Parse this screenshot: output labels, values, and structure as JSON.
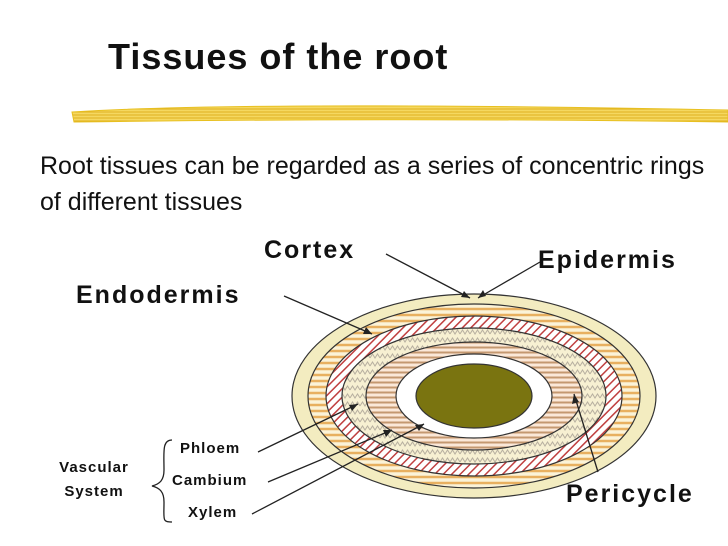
{
  "slide": {
    "title": "Tissues of the root",
    "subtitle": "Root tissues can be regarded as a series of concentric rings of different tissues"
  },
  "labels": {
    "cortex": "Cortex",
    "epidermis": "Epidermis",
    "endodermis": "Endodermis",
    "pericycle": "Pericycle",
    "phloem": "Phloem",
    "cambium": "Cambium",
    "xylem": "Xylem",
    "vascular_system": "Vascular System"
  },
  "colors": {
    "epidermis_fill": "#f3ecc0",
    "cortex_stripe": "#e8b060",
    "endodermis_stripe": "#c04040",
    "pericycle_fill": "#f7f0d2",
    "phloem_stripe": "#c49870",
    "cambium_fill": "#ffffff",
    "xylem_fill": "#7a7410",
    "underline": "#e8c020"
  }
}
